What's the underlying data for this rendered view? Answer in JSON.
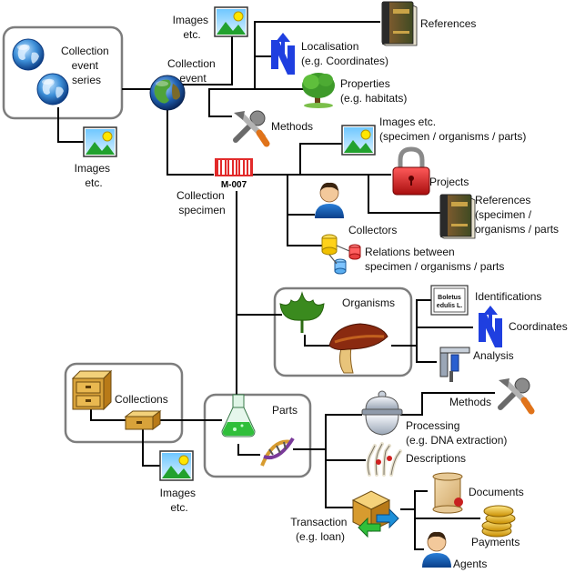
{
  "labels": {
    "collection_event_series": [
      "Collection",
      "event",
      "series"
    ],
    "images_top": [
      "Images",
      "etc."
    ],
    "collection_event": [
      "Collection",
      "event"
    ],
    "references_top": [
      "References"
    ],
    "localisation": [
      "Localisation",
      "(e.g. Coordinates)"
    ],
    "properties": [
      "Properties",
      "(e.g. habitats)"
    ],
    "methods_event": [
      "Methods"
    ],
    "images_series": [
      "Images",
      "etc."
    ],
    "images_specimen": [
      "Images etc.",
      "(specimen / organisms / parts)"
    ],
    "projects": [
      "Projects"
    ],
    "collection_specimen": [
      "Collection",
      "specimen"
    ],
    "references_specimen": [
      "References",
      "(specimen /",
      "organisms / parts"
    ],
    "collectors": [
      "Collectors"
    ],
    "relations": [
      "Relations between",
      "specimen / organisms / parts"
    ],
    "organisms": [
      "Organisms"
    ],
    "identifications": [
      "Identifications"
    ],
    "coordinates_org": [
      "Coordinates"
    ],
    "analysis": [
      "Analysis"
    ],
    "collections": [
      "Collections"
    ],
    "parts": [
      "Parts"
    ],
    "methods_parts": [
      "Methods"
    ],
    "processing": [
      "Processing",
      "(e.g. DNA extraction)"
    ],
    "descriptions": [
      "Descriptions"
    ],
    "images_collections": [
      "Images",
      "etc."
    ],
    "documents": [
      "Documents"
    ],
    "transaction": [
      "Transaction",
      "(e.g. loan)"
    ],
    "payments": [
      "Payments"
    ],
    "agents": [
      "Agents"
    ]
  },
  "icon_text": {
    "barcode": "M-007",
    "identification_card": [
      "Boletus",
      "edulis L."
    ]
  }
}
